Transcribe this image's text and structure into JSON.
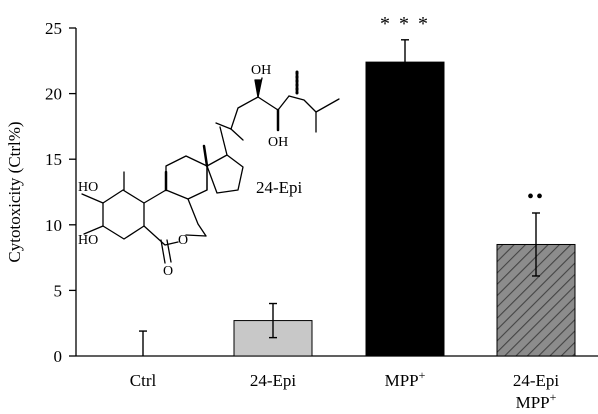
{
  "chart_data": {
    "type": "bar",
    "ylabel": "Cytotoxicity (Ctrl%)",
    "xlabel": "",
    "ylim": [
      0,
      25
    ],
    "yticks": [
      0,
      5,
      10,
      15,
      20,
      25
    ],
    "grid": false,
    "categories": [
      {
        "line1": "Ctrl",
        "line2": ""
      },
      {
        "line1": "24-Epi",
        "line2": ""
      },
      {
        "line1": "MPP",
        "sup1": "+",
        "line2": ""
      },
      {
        "line1": "24-Epi",
        "line2": "MPP",
        "sup2": "+"
      }
    ],
    "values": [
      0,
      2.7,
      22.4,
      8.5
    ],
    "errors": [
      1.9,
      1.3,
      1.7,
      2.4
    ],
    "fills": [
      "#ffffff",
      "#c8c8c8",
      "#000000",
      "hatch"
    ],
    "significance": [
      "",
      "",
      "* * *",
      "••"
    ],
    "inset_label": "24-Epi",
    "molecule_labels": {
      "oh_top": "OH",
      "oh_mid": "OH",
      "ho_upper": "HO",
      "ho_lower": "HO",
      "ring_o": "O",
      "carbonyl_o": "O"
    }
  }
}
